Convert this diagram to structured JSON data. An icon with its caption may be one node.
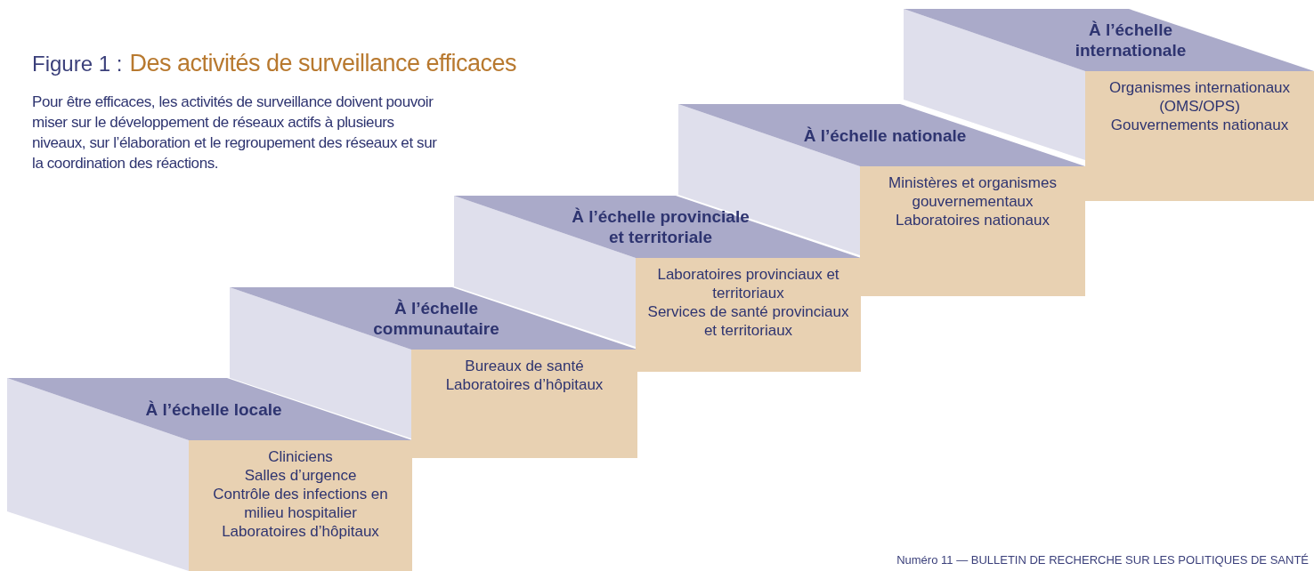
{
  "diagram": {
    "title": "Des activités de surveillance efficaces",
    "nodes": [
      {
        "text": [
          "Cliniciens",
          "Salles d’urgence",
          "Contrôle des infections en milieu hospitalier",
          "Laboratoires d’hôpitaux"
        ],
        "beside": [
          "À l’échelle locale"
        ]
      },
      {
        "text": [
          "Bureaux de santé",
          "Laboratoires d’hôpitaux"
        ],
        "beside": [
          "À l’échelle communautaire"
        ]
      },
      {
        "text": [
          "Laboratoires provinciaux et territoriaux",
          "Services de santé provinciaux et territoriaux"
        ],
        "beside": [
          "À l’échelle provinciale et territoriale"
        ]
      },
      {
        "text": [
          "Ministères et organismes gouvernementaux",
          "Laboratoires nationaux"
        ],
        "beside": [
          "À l’échelle nationale"
        ]
      },
      {
        "text": [
          "Organismes internationaux (OMS/OPS)",
          "Gouvernements nationaux"
        ],
        "beside": [
          "À l’échelle internationale"
        ]
      }
    ],
    "edges": [],
    "labels": [
      "Figure 1 :",
      "Pour être efficaces, les activités de surveillance doivent pouvoir miser sur le développement de réseaux actifs à plusieurs niveaux, sur l’élaboration et le regroupement des réseaux et sur la coordination des réactions.",
      "Numéro 11 — BULLETIN DE RECHERCHE SUR LES POLITIQUES DE SANTÉ"
    ]
  }
}
